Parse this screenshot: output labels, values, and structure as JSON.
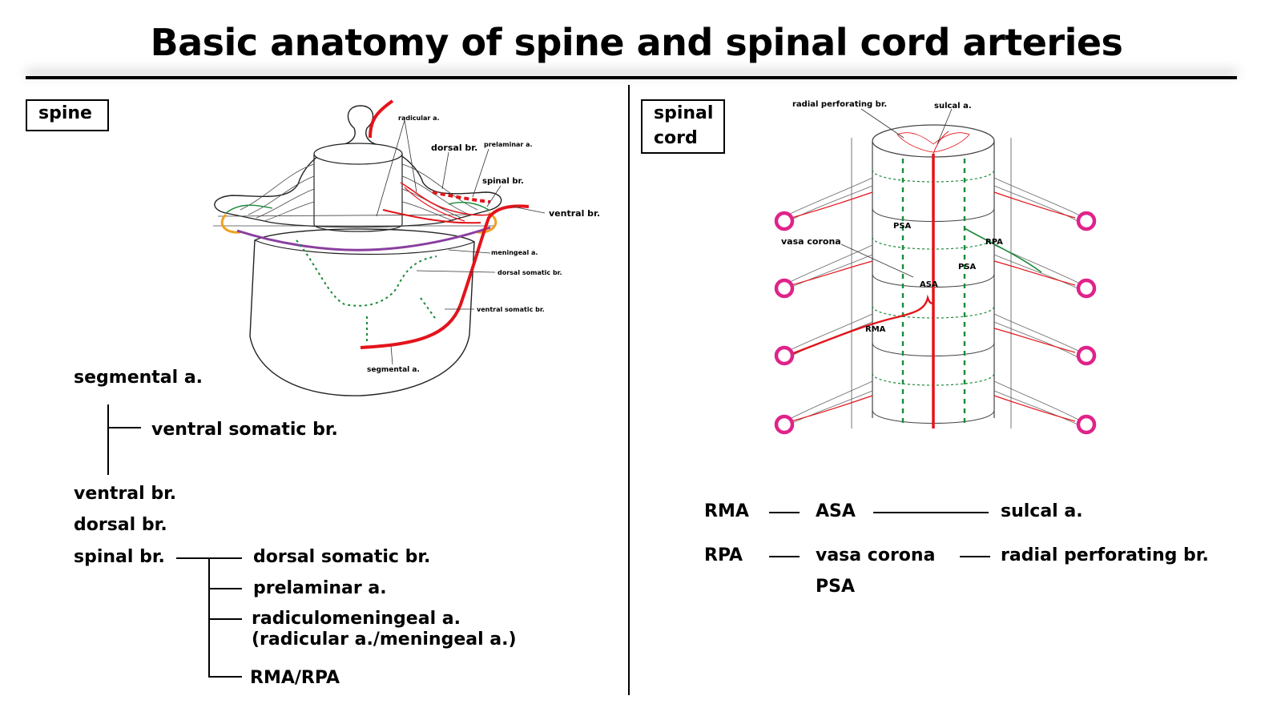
{
  "title": "Basic anatomy of spine and spinal cord arteries",
  "spine": {
    "box_label": "spine",
    "diagram_labels": {
      "radicular": "radicular a.",
      "dorsal": "dorsal br.",
      "prelaminar": "prelaminar a.",
      "spinal": "spinal br.",
      "ventral": "ventral br.",
      "meningeal": "meningeal a.",
      "dorsal_somatic": "dorsal somatic br.",
      "ventral_somatic": "ventral somatic br.",
      "segmental": "segmental a."
    },
    "tree": {
      "segmental": "segmental a.",
      "ventral_somatic": "ventral somatic br.",
      "ventral": "ventral br.",
      "dorsal": "dorsal br.",
      "spinal": "spinal br.",
      "dorsal_somatic": "dorsal somatic br.",
      "prelaminar": "prelaminar a.",
      "radiculomeningeal": "radiculomeningeal a.",
      "radiculomeningeal_sub": "(radicular a./meningeal a.)",
      "rma_rpa": "RMA/RPA"
    }
  },
  "cord": {
    "box_label": "spinal cord",
    "diagram_labels": {
      "radial_perforating": "radial perforating br.",
      "sulcal": "sulcal a.",
      "psa_top": "PSA",
      "vasa_corona": "vasa corona",
      "rpa": "RPA",
      "psa_right": "PSA",
      "asa": "ASA",
      "rma": "RMA"
    },
    "relations": {
      "row1": {
        "a": "RMA",
        "b": "ASA",
        "c": "sulcal a."
      },
      "row2": {
        "a": "RPA",
        "b": "vasa corona",
        "c": "radial perforating br."
      },
      "row3": {
        "b": "PSA"
      }
    }
  },
  "colors": {
    "artery_red": "#e3141b",
    "dashed_green": "#1a8a3a",
    "purple": "#8a3ea0",
    "orange": "#f0a020",
    "ring_magenta": "#e0228a"
  }
}
